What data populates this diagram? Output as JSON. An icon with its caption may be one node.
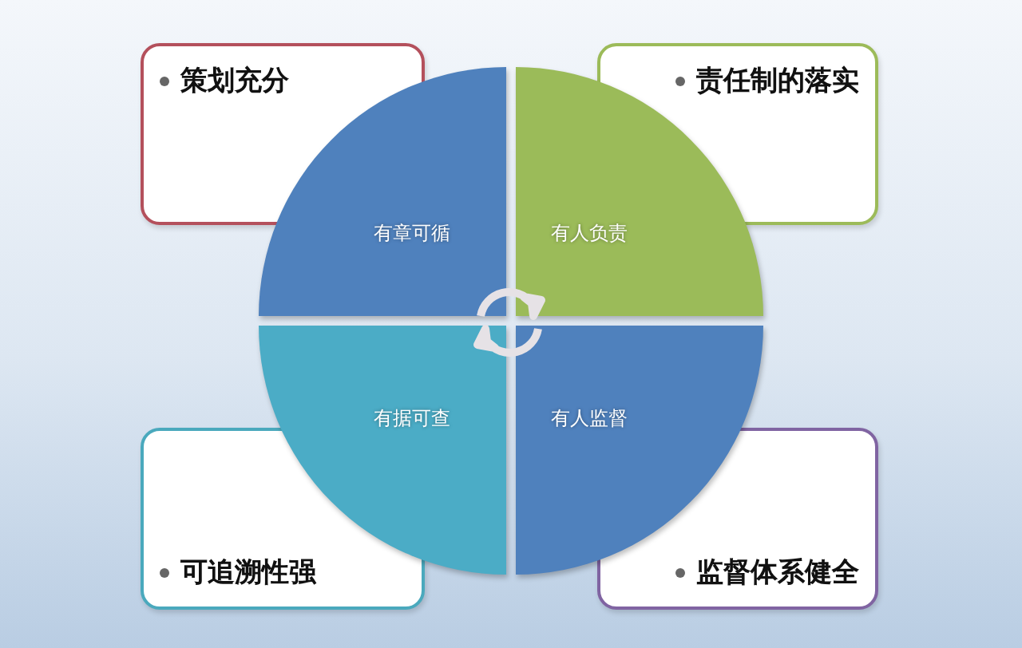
{
  "diagram": {
    "nodes": [
      {
        "text": [
          "策划充分"
        ]
      },
      {
        "text": [
          "责任制的落实"
        ]
      },
      {
        "text": [
          "有章可循"
        ]
      },
      {
        "text": [
          "有人负责"
        ]
      },
      {
        "text": [
          "有据可查"
        ]
      },
      {
        "text": [
          "有人监督"
        ]
      },
      {
        "text": [
          "可追溯性强"
        ]
      },
      {
        "text": [
          "监督体系健全"
        ]
      }
    ]
  }
}
